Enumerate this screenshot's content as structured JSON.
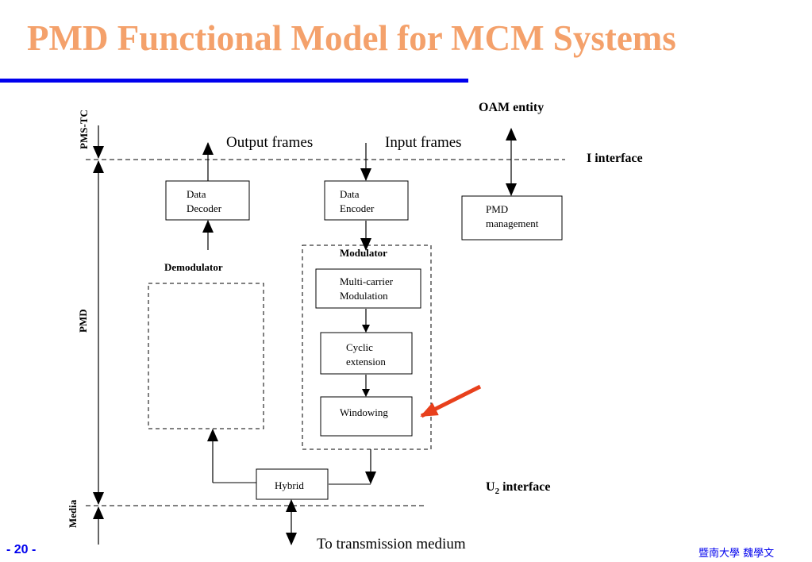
{
  "title": "PMD Functional Model for MCM Systems",
  "labels": {
    "pms_tc": "PMS-TC",
    "pmd": "PMD",
    "media": "Media",
    "oam_entity": "OAM entity",
    "i_interface": "I interface",
    "u2_prefix": "U",
    "u2_sub": "2",
    "u2_suffix": " interface",
    "output_frames": "Output frames",
    "input_frames": "Input frames",
    "to_medium": "To transmission medium",
    "demodulator": "Demodulator",
    "modulator": "Modulator"
  },
  "boxes": {
    "data_decoder": [
      "Data",
      "Decoder"
    ],
    "data_encoder": [
      "Data",
      "Encoder"
    ],
    "pmd_management": [
      "PMD",
      "management"
    ],
    "multicarrier": [
      "Multi-carrier",
      "Modulation"
    ],
    "cyclic": [
      "Cyclic",
      "extension"
    ],
    "windowing": "Windowing",
    "hybrid": "Hybrid"
  },
  "colors": {
    "title": "#f4a16b",
    "rule": "#0000ee",
    "pointer_arrow": "#e8401c",
    "footer": "#0000ee"
  },
  "footer": {
    "page": "- 20 -",
    "author": "暨南大學 魏學文"
  }
}
